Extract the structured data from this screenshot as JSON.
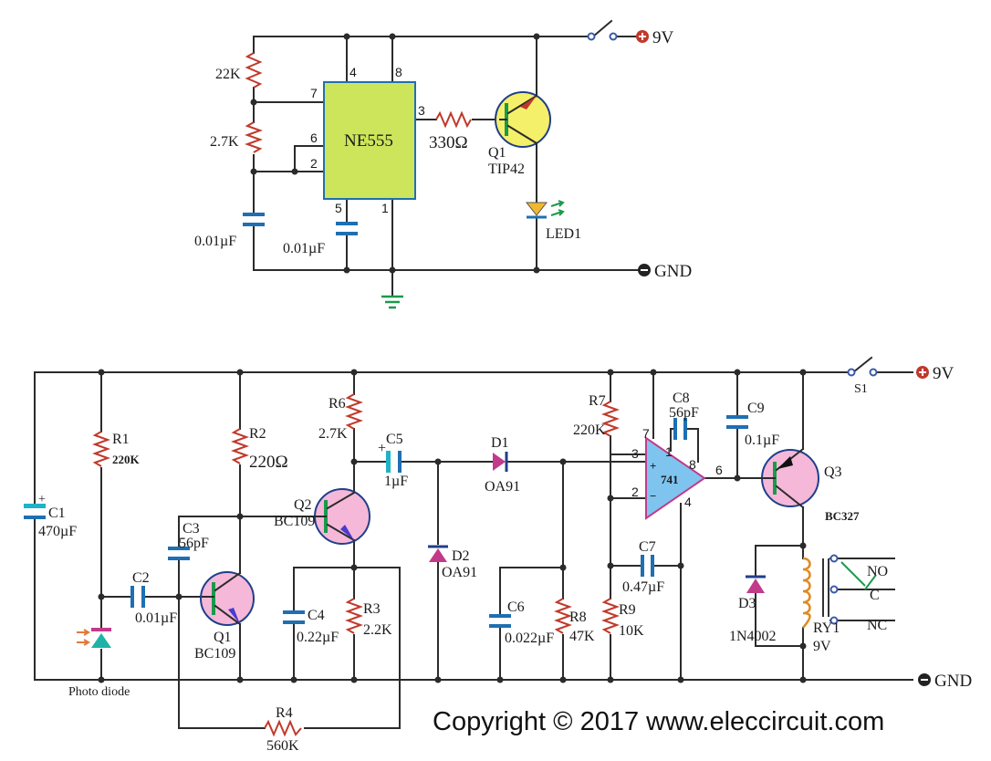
{
  "top_circuit": {
    "supply_label": "9V",
    "gnd_label": "GND",
    "ic_label": "NE555",
    "pins": {
      "p4": "4",
      "p8": "8",
      "p7": "7",
      "p6": "6",
      "p2": "2",
      "p3": "3",
      "p5": "5",
      "p1": "1"
    },
    "r_a": "22K",
    "r_b": "2.7K",
    "c_timing": "0.01µF",
    "c_ctrl": "0.01µF",
    "r_base": "330Ω",
    "q1_name": "Q1",
    "q1_part": "TIP42",
    "led": "LED1"
  },
  "bottom_circuit": {
    "supply_label": "9V",
    "gnd_label": "GND",
    "s1": "S1",
    "c1_name": "C1",
    "c1_val": "470µF",
    "r1_name": "R1",
    "r1_val": "220K",
    "photodiode": "Photo diode",
    "c2_name": "C2",
    "c2_val": "0.01µF",
    "c3_name": "C3",
    "c3_val": "56pF",
    "r2_name": "R2",
    "r2_val": "220Ω",
    "q1_name": "Q1",
    "q1_part": "BC109",
    "q2_name": "Q2",
    "q2_part": "BC109",
    "r6_name": "R6",
    "r6_val": "2.7K",
    "c4_name": "C4",
    "c4_val": "0.22µF",
    "r3_name": "R3",
    "r3_val": "2.2K",
    "r4_name": "R4",
    "r4_val": "560K",
    "c5_name": "C5",
    "c5_val": "1µF",
    "d1_name": "D1",
    "d1_part": "OA91",
    "d2_name": "D2",
    "d2_part": "OA91",
    "c6_name": "C6",
    "c6_val": "0.022µF",
    "r8_name": "R8",
    "r8_val": "47K",
    "r7_name": "R7",
    "r7_val": "220K",
    "c8_name": "C8",
    "c8_val": "56pF",
    "c7_name": "C7",
    "c7_val": "0.47µF",
    "r9_name": "R9",
    "r9_val": "10K",
    "opamp": "741",
    "op_pins": {
      "p7": "7",
      "p1": "1",
      "p8": "8",
      "p3": "3",
      "p2": "2",
      "p6": "6",
      "p4": "4",
      "plus": "+",
      "minus": "−"
    },
    "c9_name": "C9",
    "c9_val": "0.1µF",
    "q3_name": "Q3",
    "q3_part": "BC327",
    "d3_name": "D3",
    "d3_part": "1N4002",
    "ry_name": "RY1",
    "ry_val": "9V",
    "no": "NO",
    "c": "C",
    "nc": "NC",
    "c1_plus": "+",
    "c5_plus": "+"
  },
  "copyright": "Copyright © 2017 www.eleccircuit.com",
  "colors": {
    "wire": "#2b2b2b",
    "resistor": "#c0392b",
    "capacitor": "#1f6fb2",
    "ic": "#cde55a",
    "transistor": "#f5b8d8",
    "q1_top": "#f5f06a",
    "opamp": "#7fc4ef"
  }
}
